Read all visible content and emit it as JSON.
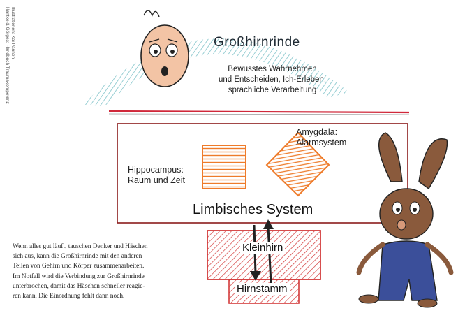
{
  "credits": {
    "line1": "Hantke & Görges: Handbuch Traumakompetenz",
    "line2": "Illustrationen: Kai Pannen"
  },
  "cortex": {
    "title": "Großhirnrinde",
    "description": [
      "Bewusstes Wahrnehmen",
      "und Entscheiden, Ich-Erleben,",
      "sprachliche Verarbeitung"
    ]
  },
  "limbic": {
    "amygdala": [
      "Amygdala:",
      "Alarmsystem"
    ],
    "hippocampus": [
      "Hippocampus:",
      "Raum und Zeit"
    ],
    "title": "Limbisches System"
  },
  "lower": {
    "kleinhirn": "Kleinhirn",
    "hirnstamm": "Hirnstamm"
  },
  "caption": [
    "Wenn alles gut läuft, tauschen Denker und Häschen",
    "sich aus, kann die Großhirnrinde mit den anderen",
    "Teilen von Gehirn und Körper zusammenarbeiten.",
    "Im Notfall wird die Verbindung zur Großhirnrinde",
    "unterbrochen, damit das Häschen schneller reagie-",
    "ren kann. Die Einordnung fehlt dann noch."
  ],
  "colors": {
    "cortex_hatch": "#7fc3c9",
    "divider": "#d0283a",
    "box_outline": "#8b1c1c",
    "orange": "#ee7b2a",
    "red_hatch": "#d33a3a",
    "arrow": "#222222",
    "bunny_fur": "#8a5a3c",
    "bunny_overalls": "#3b4f9a"
  }
}
